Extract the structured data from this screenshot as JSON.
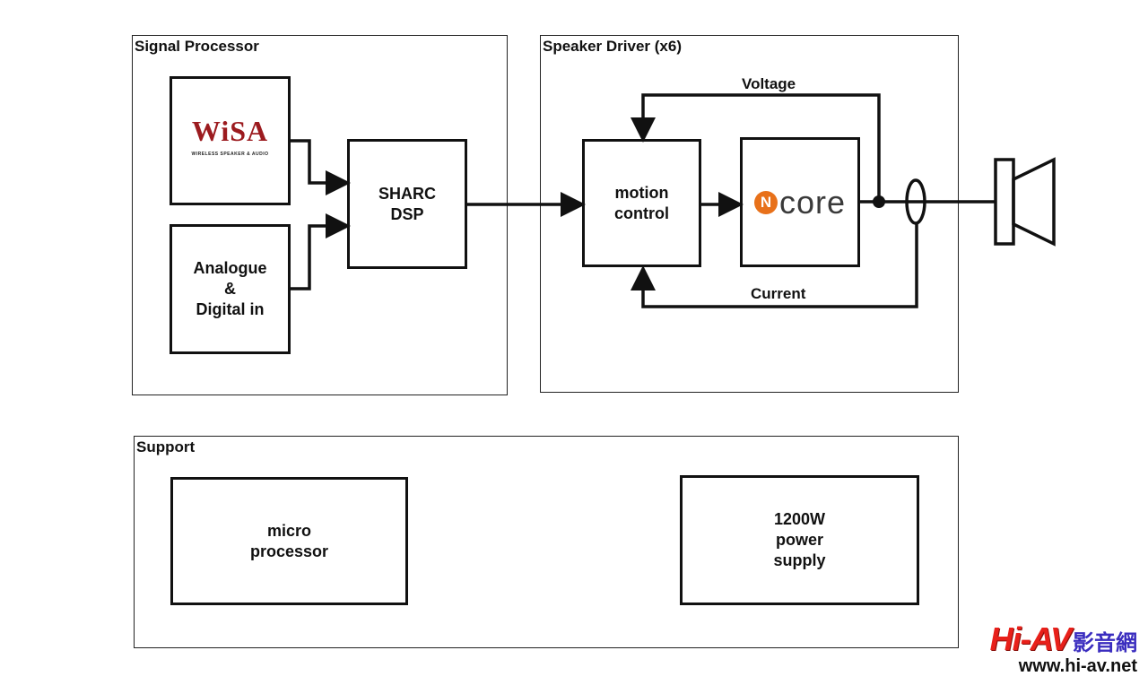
{
  "groups": {
    "signal_processor": "Signal Processor",
    "speaker_driver": "Speaker Driver (x6)",
    "support": "Support"
  },
  "blocks": {
    "wisa": {
      "logo_text": "WiSA",
      "logo_tagline": "WIRELESS SPEAKER & AUDIO"
    },
    "analogue": "Analogue\n&\nDigital in",
    "dsp": "SHARC\nDSP",
    "motion": "motion\ncontrol",
    "ncore": {
      "badge": "N",
      "word": "core"
    },
    "micro": "micro\nprocessor",
    "power": "1200W\npower\nsupply"
  },
  "labels": {
    "voltage": "Voltage",
    "current": "Current"
  },
  "watermark": {
    "brand": "Hi-AV",
    "brand_cn": "影音網",
    "url": "www.hi-av.net"
  },
  "colors": {
    "wisa": "#9c1b1f",
    "ncore_badge": "#e8711a",
    "watermark_brand": "#e8201a"
  }
}
